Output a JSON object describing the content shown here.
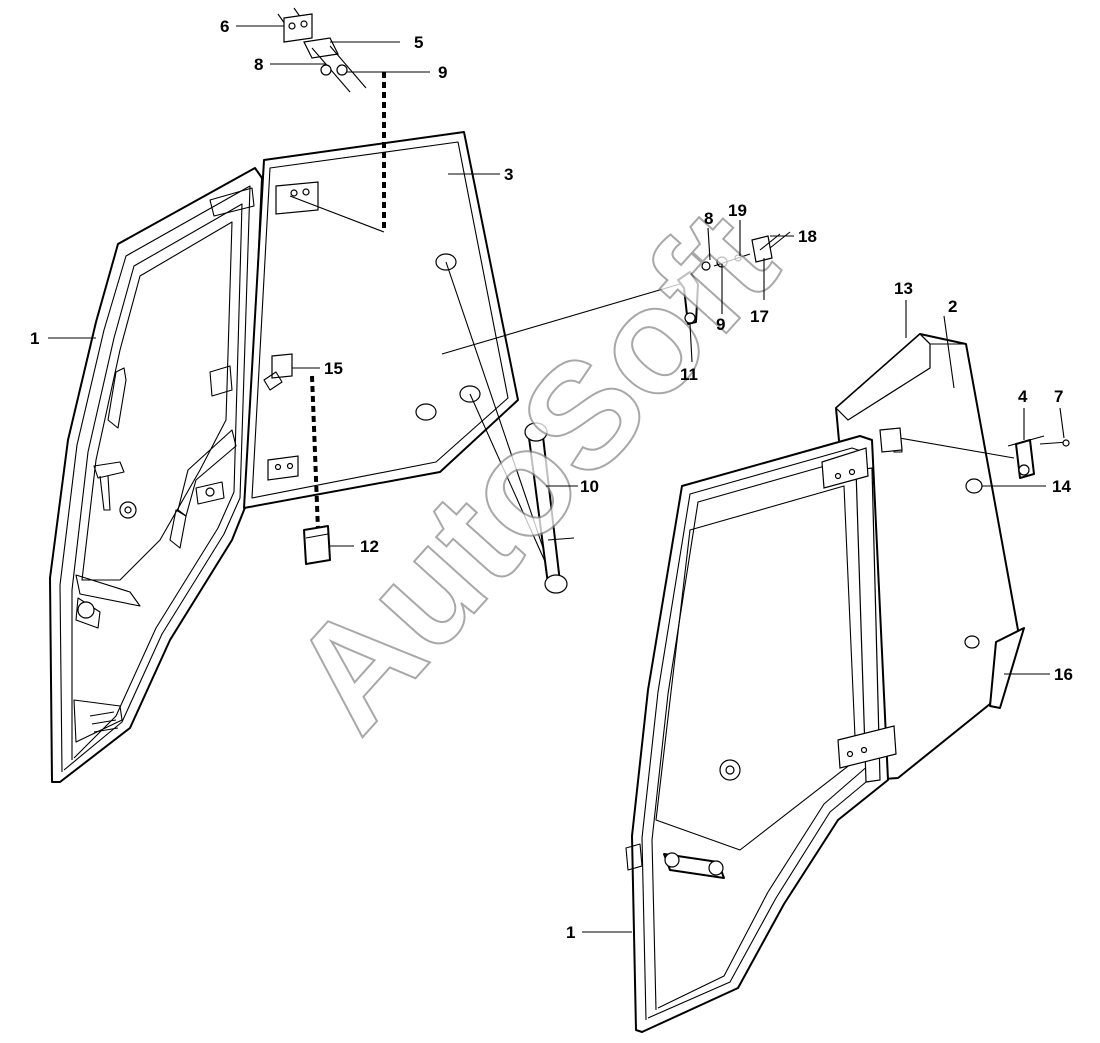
{
  "watermark": "AutoSoft",
  "callouts": {
    "c1_left": "1",
    "c1_right": "1",
    "c2": "2",
    "c3": "3",
    "c4": "4",
    "c5": "5",
    "c6": "6",
    "c7": "7",
    "c8_top": "8",
    "c8_mid": "8",
    "c9_top": "9",
    "c9_mid": "9",
    "c10": "10",
    "c11": "11",
    "c12": "12",
    "c13": "13",
    "c14": "14",
    "c15": "15",
    "c16": "16",
    "c17": "17",
    "c18": "18",
    "c19": "19"
  }
}
